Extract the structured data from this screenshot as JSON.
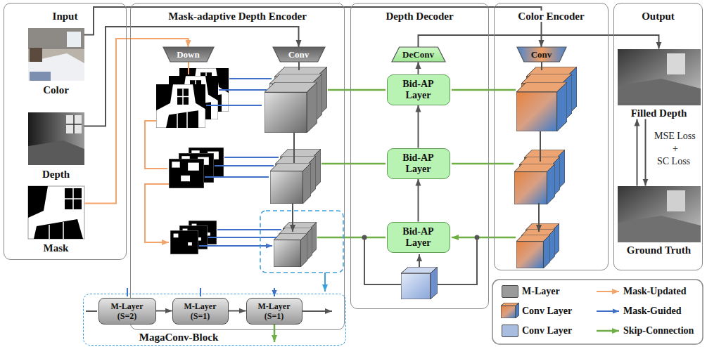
{
  "diagram": {
    "nodes": [
      {
        "text": [
          "Input"
        ]
      },
      {
        "text": [
          "Color"
        ],
        "in": 0
      },
      {
        "text": [
          "Depth"
        ],
        "in": 0
      },
      {
        "text": [
          "Mask"
        ],
        "in": 0
      },
      {
        "text": [
          "Mask-adaptive Depth Encoder"
        ]
      },
      {
        "text": [
          "Down"
        ],
        "in": 4
      },
      {
        "text": [
          "Conv"
        ],
        "in": 4
      },
      {
        "text": [
          "Depth Decoder"
        ]
      },
      {
        "text": [
          "DeConv"
        ],
        "in": 7
      },
      {
        "text": [
          "Bid-AP Layer"
        ],
        "in": 7
      },
      {
        "text": [
          "Bid-AP Layer"
        ],
        "in": 7
      },
      {
        "text": [
          "Bid-AP Layer"
        ],
        "in": 7
      },
      {
        "text": [
          "Color Encoder"
        ]
      },
      {
        "text": [
          "Conv"
        ],
        "in": 12
      },
      {
        "text": [
          "Output"
        ]
      },
      {
        "text": [
          "Filled Depth"
        ],
        "in": 14
      },
      {
        "text": [
          "Ground Truth"
        ],
        "in": 14
      },
      {
        "text": [
          "MagaConv-Block"
        ]
      },
      {
        "text": [
          "M-Layer (S=2)"
        ],
        "in": 17
      },
      {
        "text": [
          "M-Layer (S=1)"
        ],
        "in": 17
      },
      {
        "text": [
          "M-Layer (S=1)"
        ],
        "in": 17
      }
    ],
    "edges": [
      {
        "from": 1,
        "to": 13,
        "arrow": "to"
      },
      {
        "from": 2,
        "to": 6,
        "arrow": "to"
      },
      {
        "from": 3,
        "to": 5,
        "arrow": "to"
      },
      {
        "from": 8,
        "to": 15,
        "arrow": "to"
      },
      {
        "from": 11,
        "to": 10,
        "arrow": "to"
      },
      {
        "from": 10,
        "to": 9,
        "arrow": "to"
      },
      {
        "from": 9,
        "to": 8,
        "arrow": "to"
      },
      {
        "from": 15,
        "to": 16,
        "arrow": "to"
      },
      {
        "from": 16,
        "to": 15,
        "arrow": "to"
      },
      {
        "from": 18,
        "to": 19,
        "arrow": "to"
      },
      {
        "from": 19,
        "to": 20,
        "arrow": "to"
      }
    ],
    "labels": [
      "MSE Loss",
      "+",
      "SC Loss"
    ],
    "legend": [
      {
        "text": "M-Layer",
        "color": "#9a9a9a"
      },
      {
        "text": "Conv Layer"
      },
      {
        "text": "Conv Layer",
        "color": "#a9bde0"
      },
      {
        "text": "Mask-Updated"
      },
      {
        "text": "Mask-Guided"
      },
      {
        "text": "Skip-Connection"
      }
    ]
  }
}
